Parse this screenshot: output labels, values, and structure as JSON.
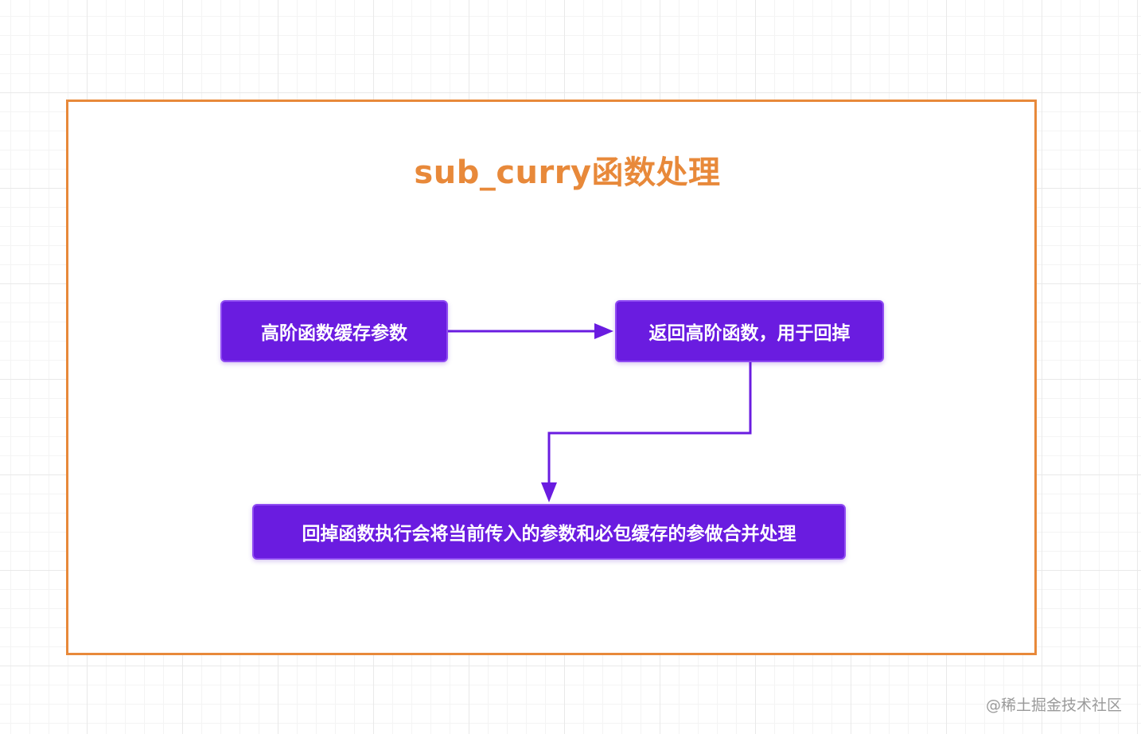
{
  "diagram": {
    "title": "sub_curry函数处理",
    "nodes": [
      {
        "id": "n1",
        "label": "高阶函数缓存参数"
      },
      {
        "id": "n2",
        "label": "返回高阶函数，用于回掉"
      },
      {
        "id": "n3",
        "label": "回掉函数执行会将当前传入的参数和必包缓存的参做合并处理"
      }
    ],
    "edges": [
      {
        "from": "n1",
        "to": "n2"
      },
      {
        "from": "n2",
        "to": "n3"
      }
    ]
  },
  "watermark": "@稀土掘金技术社区",
  "colors": {
    "frame": "#e8893a",
    "title": "#e8893a",
    "node_fill": "#6a1ce0",
    "node_border": "#8f4cf2",
    "edge": "#6a1ce0"
  }
}
